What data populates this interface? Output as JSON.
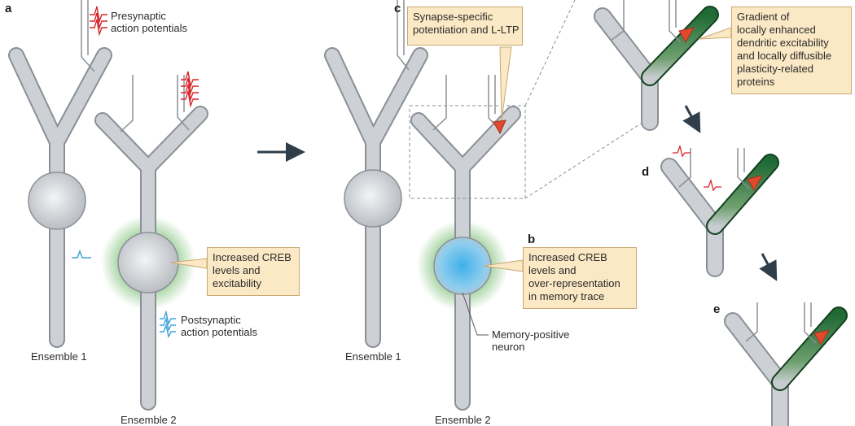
{
  "panels": {
    "a": "a",
    "b": "b",
    "c": "c",
    "d": "d",
    "e": "e"
  },
  "labels": {
    "presynaptic": [
      "Presynaptic",
      "action potentials"
    ],
    "postsynaptic": [
      "Postsynaptic",
      "action potentials"
    ],
    "ensemble1_left": "Ensemble 1",
    "ensemble2_left": "Ensemble 2",
    "ensemble1_right": "Ensemble 1",
    "ensemble2_right": "Ensemble 2",
    "memory_positive": [
      "Memory-positive",
      "neuron"
    ]
  },
  "callouts": {
    "creb_excitability": [
      "Increased CREB",
      "levels and",
      "excitability"
    ],
    "creb_overrep": [
      "Increased CREB",
      "levels and",
      "over-representation",
      "in memory trace"
    ],
    "synapse_specific": [
      "Synapse-specific",
      "potentiation and L-LTP"
    ],
    "gradient": [
      "Gradient of",
      "locally enhanced",
      "dendritic excitability",
      "and locally diffusible",
      "plasticity-related",
      "proteins"
    ]
  },
  "colors": {
    "neuron": "#c8ccd0",
    "neuron_edge": "#8a9096",
    "red_spike": "#d9262a",
    "blue_spike": "#3fa3d8",
    "green_gradient": "#1f6a35",
    "synapse": "#e0492b",
    "callout_bg": "#fbe8c4",
    "arrow": "#2f3e4a"
  }
}
